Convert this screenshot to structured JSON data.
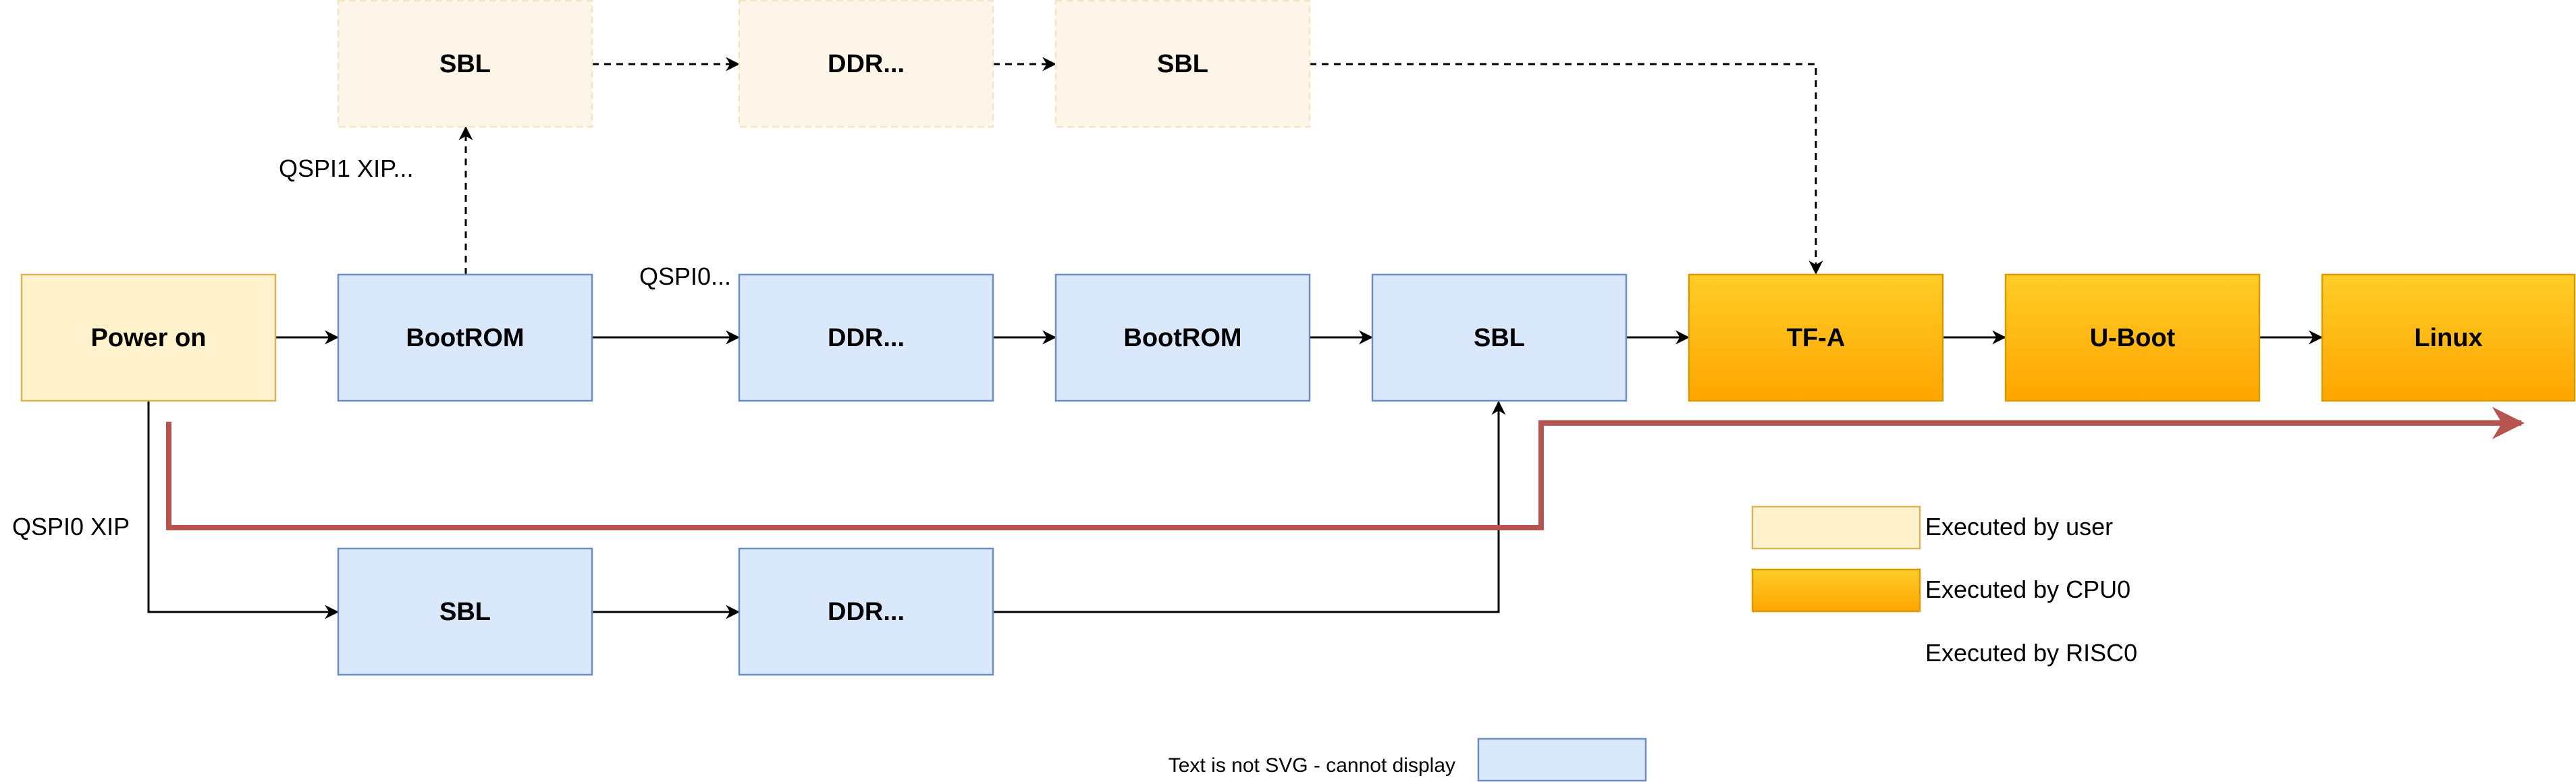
{
  "colors": {
    "user_fill": "#fff2cc",
    "user_stroke": "#d6b656",
    "faded_fill": "#fdf6e8",
    "faded_stroke": "#f5e4c4",
    "cpu_fill_top": "#ffcd28",
    "cpu_fill_bottom": "#ffa500",
    "cpu_stroke": "#d79b00",
    "risc_fill": "#dae8fc",
    "risc_stroke": "#6c8ebf",
    "highlight": "#b85450",
    "edge": "#000000"
  },
  "nodes": {
    "power_on": "Power on",
    "bootrom_1": "BootROM",
    "ddr_main_1": "DDR...",
    "bootrom_2": "BootROM",
    "sbl_main": "SBL",
    "tfa": "TF-A",
    "uboot": "U-Boot",
    "linux": "Linux",
    "sbl_top_1": "SBL",
    "ddr_top": "DDR...",
    "sbl_top_2": "SBL",
    "sbl_bottom": "SBL",
    "ddr_bottom": "DDR..."
  },
  "edge_labels": {
    "qspi1_xip": "QSPI1 XIP...",
    "qspi0_short": "QSPI0...",
    "qspi0_xip": "QSPI0 XIP"
  },
  "legend": {
    "user": "Executed by user",
    "cpu0": "Executed by CPU0",
    "risc0": "Executed by RISC0"
  },
  "footer": {
    "note": "Text is not SVG - cannot display"
  }
}
